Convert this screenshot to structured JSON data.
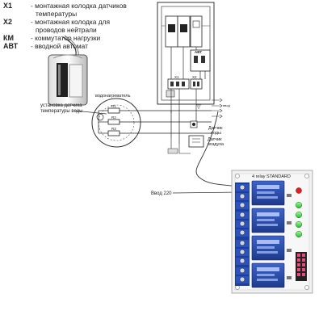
{
  "legend": [
    {
      "code": "X1",
      "lines": [
        "- монтажная колодка датчиков",
        "температуры"
      ]
    },
    {
      "code": "X2",
      "lines": [
        "- монтажная колодка для",
        "проводов нейтрали"
      ]
    },
    {
      "code": "КМ",
      "lines": [
        "- коммутатор нагрузки"
      ]
    },
    {
      "code": "АВТ",
      "lines": [
        "- вводной автомат"
      ]
    }
  ],
  "labels": {
    "sensor_install": [
      "установка датчика",
      "температуры воды"
    ],
    "heater": "водонагреватель",
    "heater_r1": "R1",
    "heater_r2": "R2",
    "heater_r3": "R3",
    "km": "КМ",
    "avt": "АВТ",
    "x1": "X1",
    "x2": "X2",
    "water_sensor": [
      "Датчик",
      "воды"
    ],
    "air_sensor": [
      "Датчик",
      "воздуха"
    ],
    "input_220": "Ввод 220",
    "board_title": "4 relay STANDARD"
  }
}
